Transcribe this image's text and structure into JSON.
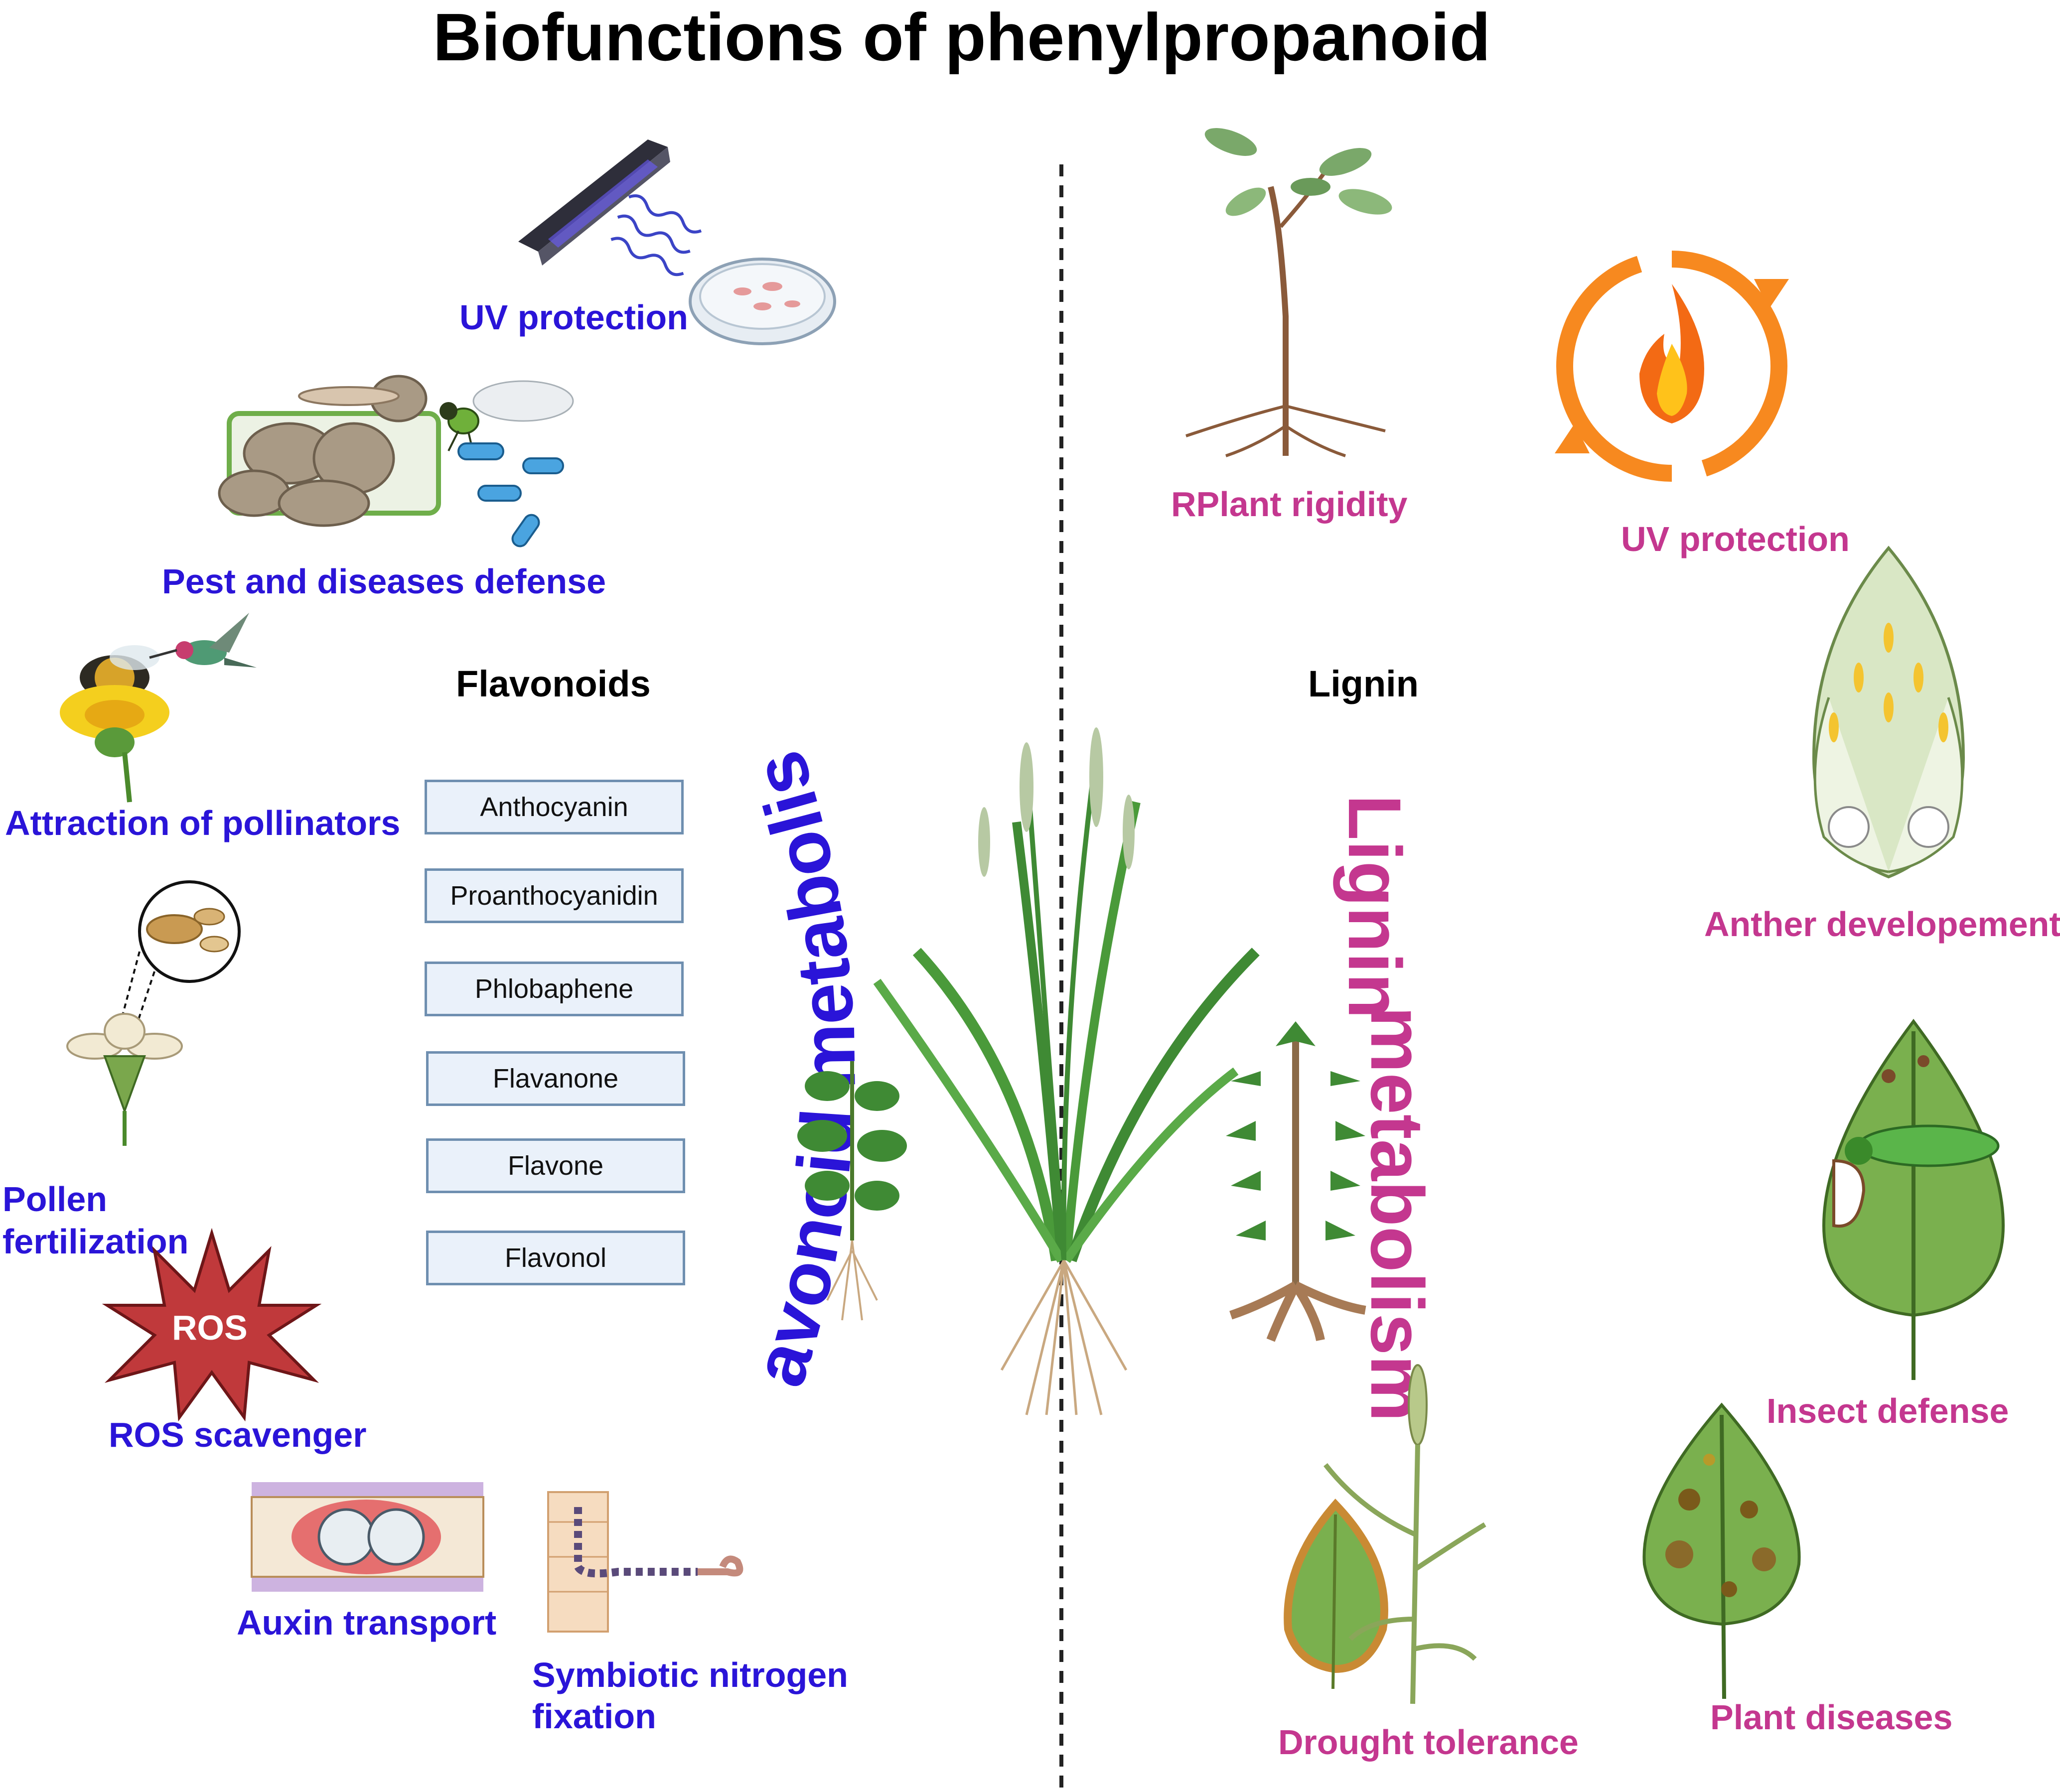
{
  "title": "Biofunctions of phenylpropanoid",
  "flavonoid_side": {
    "heading": "Flavonoids",
    "metabolism_label": "Flavonoid metabolism",
    "functions": [
      "UV protection",
      "Pest and diseases defense",
      "Attraction of pollinators",
      "Pollen",
      "fertilization",
      "ROS scavenger",
      "Auxin transport",
      "Symbiotic nitrogen",
      "fixation"
    ],
    "ros_badge": "ROS",
    "compounds": [
      "Anthocyanin",
      "Proanthocyanidin",
      "Phlobaphene",
      "Flavanone",
      "Flavone",
      "Flavonol"
    ]
  },
  "lignin_side": {
    "heading": "Lignin",
    "metabolism_word1": "Lignin",
    "metabolism_word2": "metabolism",
    "functions": [
      "RPlant rigidity",
      "UV protection",
      "Anther developement",
      "Insect defense",
      "Drought tolerance",
      "Plant diseases"
    ]
  },
  "colors": {
    "flavonoid_text": "#2a14d8",
    "lignin_text": "#c4378f",
    "box_fill": "#eaf1fa",
    "box_border": "#6f8fb0",
    "ros_star": "#c0393b",
    "flame": "#f7891f"
  },
  "icons": [
    "uv-lamp-icon",
    "petri-dish-icon",
    "plant-cell-icon",
    "insect-icon",
    "bacteria-icon",
    "bee-icon",
    "hummingbird-icon",
    "flower-icon",
    "pollen-flower-icon",
    "ros-star-icon",
    "auxin-tissue-icon",
    "root-nodule-icon",
    "seedling-icon",
    "grass-plant-icon",
    "cassava-plant-icon",
    "tree-sapling-icon",
    "fire-cycle-icon",
    "anther-icon",
    "insect-leaf-icon",
    "drought-leaf-icon",
    "wheat-icon",
    "diseased-leaf-icon"
  ]
}
